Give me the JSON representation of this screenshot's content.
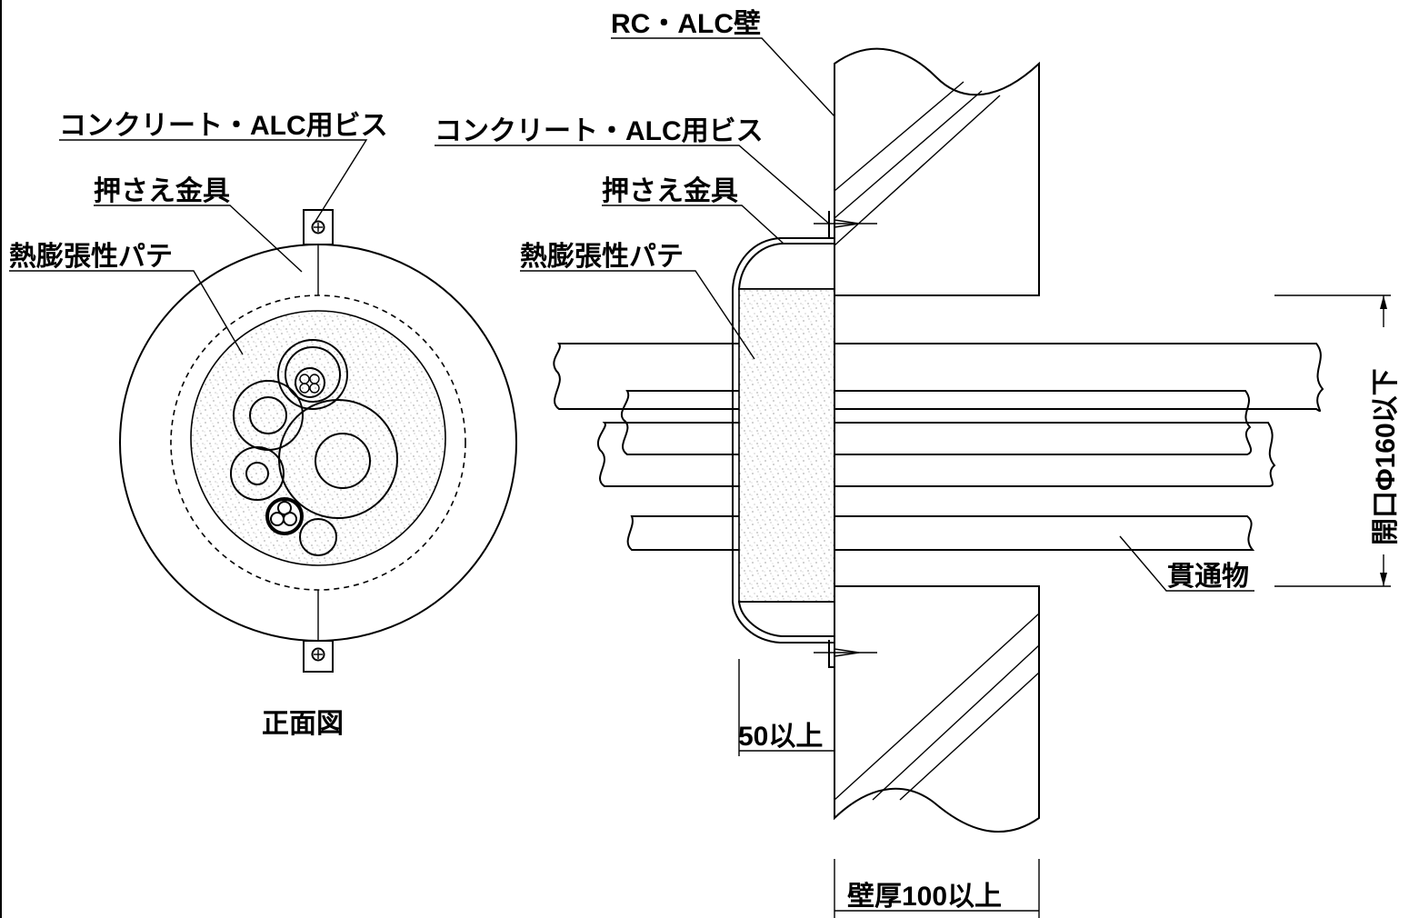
{
  "front_view": {
    "label_screw": "コンクリート・ALC用ビス",
    "label_bracket": "押さえ金具",
    "label_putty": "熱膨張性パテ",
    "caption": "正面図"
  },
  "section_view": {
    "label_wall": "RC・ALC壁",
    "label_screw": "コンクリート・ALC用ビス",
    "label_bracket": "押さえ金具",
    "label_putty": "熱膨張性パテ",
    "label_penetration": "貫通物",
    "dim_opening": "開口Φ160以下",
    "dim_putty_depth": "50以上",
    "dim_wall_thickness": "壁厚100以上"
  }
}
